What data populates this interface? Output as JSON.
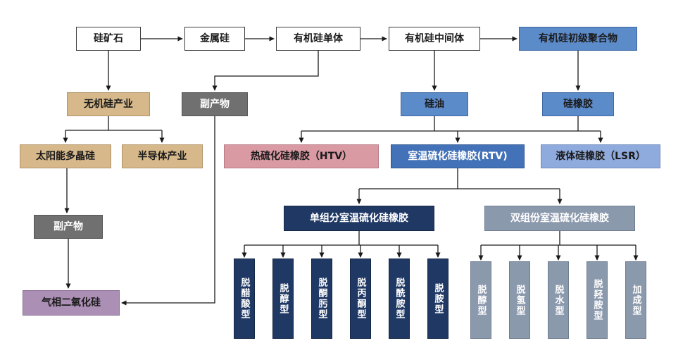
{
  "nodes": {
    "ore": "硅矿石",
    "metal": "金属硅",
    "monomer": "有机硅单体",
    "intermediate": "有机硅中间体",
    "primaryPolymer": "有机硅初级聚合物",
    "inorganicIndustry": "无机硅产业",
    "byproductA": "副产物",
    "siliconeOil": "硅油",
    "siliconeRubber": "硅橡胶",
    "solarPolysilicon": "太阳能多晶硅",
    "semiconductorIndustry": "半导体产业",
    "htv": "热硫化硅橡胶（HTV）",
    "rtv": "室温硫化硅橡胶(RTV)",
    "lsr": "液体硅橡胶（LSR）",
    "byproductB": "副产物",
    "oneComponent": "单组分室温硫化硅橡胶",
    "twoComponent": "双组份室温硫化硅橡胶",
    "fumedSilica": "气相二氧化硅"
  },
  "oneComponentTypes": [
    "脱醋酸型",
    "脱醇型",
    "脱酮肟型",
    "脱丙酮型",
    "脱酰胺型",
    "脱胺型"
  ],
  "twoComponentTypes": [
    "脱醇型",
    "脱氢型",
    "脱水型",
    "脱羟胺型",
    "加成型"
  ],
  "colors": {
    "plain_box": "#ffffff",
    "tan_box": "#d6b88b",
    "gray_box": "#707070",
    "blue_box": "#5c8bca",
    "deep_blue_box": "#4372b8",
    "light_blue_box": "#8faadc",
    "pink_box": "#d99aa4",
    "navy_box": "#1f3864",
    "gray_blue_box": "#8b99ad",
    "purple_box": "#ab8fb5",
    "line": "#1a1a1a"
  }
}
